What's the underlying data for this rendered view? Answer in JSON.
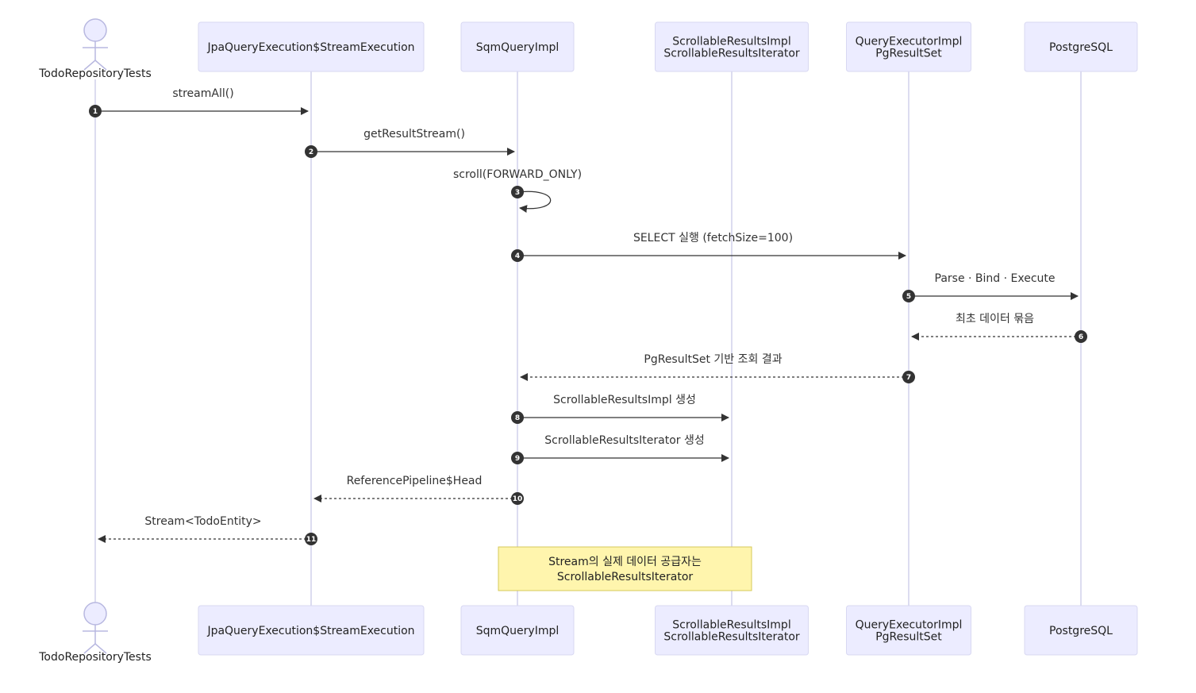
{
  "participants": [
    {
      "id": "tests",
      "kind": "actor",
      "lines": [
        "TodoRepositoryTests"
      ]
    },
    {
      "id": "jpa",
      "kind": "box",
      "lines": [
        "JpaQueryExecution$StreamExecution"
      ]
    },
    {
      "id": "sqm",
      "kind": "box",
      "lines": [
        "SqmQueryImpl"
      ]
    },
    {
      "id": "scroll",
      "kind": "box",
      "lines": [
        "ScrollableResultsImpl",
        "ScrollableResultsIterator"
      ]
    },
    {
      "id": "qexec",
      "kind": "box",
      "lines": [
        "QueryExecutorImpl",
        "PgResultSet"
      ]
    },
    {
      "id": "pg",
      "kind": "box",
      "lines": [
        "PostgreSQL"
      ]
    }
  ],
  "messages": [
    {
      "n": "1",
      "from": "tests",
      "to": "jpa",
      "label": "streamAll()",
      "style": "solid"
    },
    {
      "n": "2",
      "from": "jpa",
      "to": "sqm",
      "label": "getResultStream()",
      "style": "solid"
    },
    {
      "n": "3",
      "from": "sqm",
      "to": "sqm",
      "label": "scroll(FORWARD_ONLY)",
      "style": "solid"
    },
    {
      "n": "4",
      "from": "sqm",
      "to": "qexec",
      "label": "SELECT 실행 (fetchSize=100)",
      "style": "solid"
    },
    {
      "n": "5",
      "from": "qexec",
      "to": "pg",
      "label": "Parse · Bind · Execute",
      "style": "solid"
    },
    {
      "n": "6",
      "from": "pg",
      "to": "qexec",
      "label": "최초 데이터 묶음",
      "style": "dashed"
    },
    {
      "n": "7",
      "from": "qexec",
      "to": "sqm",
      "label": "PgResultSet 기반 조회 결과",
      "style": "dashed"
    },
    {
      "n": "8",
      "from": "sqm",
      "to": "scroll",
      "label": "ScrollableResultsImpl 생성",
      "style": "solid"
    },
    {
      "n": "9",
      "from": "sqm",
      "to": "scroll",
      "label": "ScrollableResultsIterator 생성",
      "style": "solid"
    },
    {
      "n": "10",
      "from": "sqm",
      "to": "jpa",
      "label": "ReferencePipeline$Head",
      "style": "dashed"
    },
    {
      "n": "11",
      "from": "jpa",
      "to": "tests",
      "label": "Stream<TodoEntity>",
      "style": "dashed"
    }
  ],
  "note": {
    "lines": [
      "Stream의 실제 데이터 공급자는",
      "ScrollableResultsIterator"
    ],
    "over": [
      "sqm",
      "scroll"
    ]
  },
  "colors": {
    "box": "#ECECFF",
    "lifeline": "#D0D0EC",
    "note": "#FFF5AD",
    "arrow": "#333333"
  }
}
